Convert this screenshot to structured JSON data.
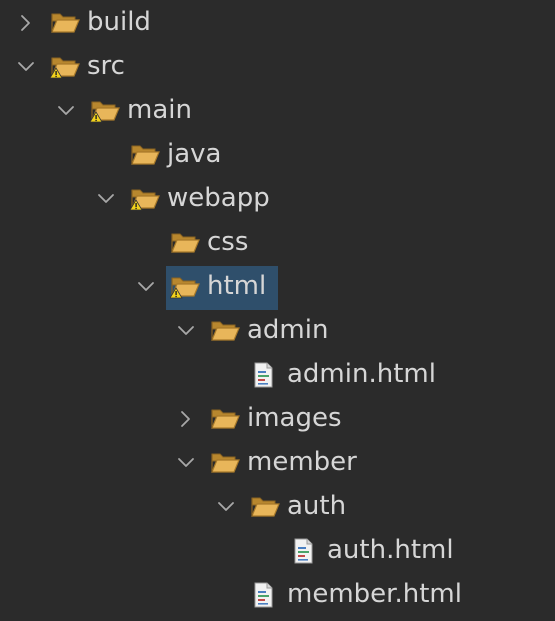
{
  "tree": {
    "items": [
      {
        "label": "build",
        "type": "folder",
        "depth": 0,
        "state": "collapsed",
        "warning": false
      },
      {
        "label": "src",
        "type": "folder",
        "depth": 0,
        "state": "expanded",
        "warning": true
      },
      {
        "label": "main",
        "type": "folder",
        "depth": 1,
        "state": "expanded",
        "warning": true
      },
      {
        "label": "java",
        "type": "folder",
        "depth": 2,
        "state": "none",
        "warning": false
      },
      {
        "label": "webapp",
        "type": "folder",
        "depth": 2,
        "state": "expanded",
        "warning": true
      },
      {
        "label": "css",
        "type": "folder",
        "depth": 3,
        "state": "none",
        "warning": false
      },
      {
        "label": "html",
        "type": "folder",
        "depth": 3,
        "state": "expanded",
        "warning": true,
        "selected": true
      },
      {
        "label": "admin",
        "type": "folder",
        "depth": 4,
        "state": "expanded",
        "warning": false
      },
      {
        "label": "admin.html",
        "type": "file",
        "depth": 5,
        "state": "none",
        "warning": false
      },
      {
        "label": "images",
        "type": "folder",
        "depth": 4,
        "state": "collapsed",
        "warning": false
      },
      {
        "label": "member",
        "type": "folder",
        "depth": 4,
        "state": "expanded",
        "warning": false
      },
      {
        "label": "auth",
        "type": "folder",
        "depth": 5,
        "state": "expanded",
        "warning": false
      },
      {
        "label": "auth.html",
        "type": "file",
        "depth": 6,
        "state": "none",
        "warning": false
      },
      {
        "label": "member.html",
        "type": "file",
        "depth": 5,
        "state": "none",
        "warning": false
      }
    ]
  },
  "colors": {
    "background": "#2b2b2b",
    "text": "#d6d6d6",
    "selection": "#2f4f6b",
    "chevron": "#a8a8a8",
    "folder": "#e8b65a",
    "warning": "#f2d21b"
  }
}
